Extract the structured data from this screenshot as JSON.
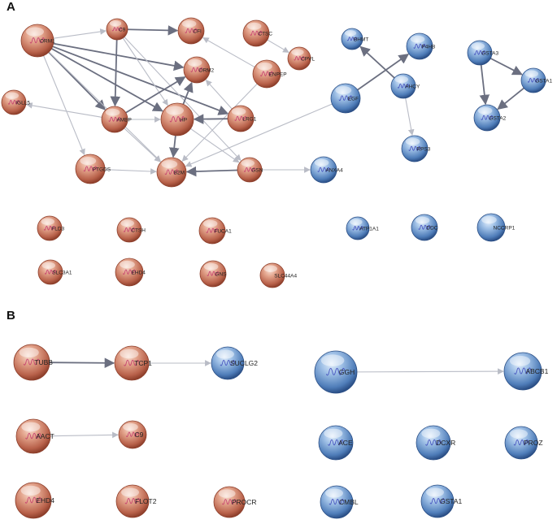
{
  "panels": [
    {
      "letter": "A",
      "nodes": [
        {
          "id": "ORM1",
          "label": "ORM1",
          "color": "red"
        },
        {
          "id": "C9",
          "label": "C9",
          "color": "red"
        },
        {
          "id": "CFI",
          "label": "CFI",
          "color": "red"
        },
        {
          "id": "CTSC",
          "label": "CTSC",
          "color": "red"
        },
        {
          "id": "CPVL",
          "label": "CPVL",
          "color": "red"
        },
        {
          "id": "ORM2",
          "label": "ORM2",
          "color": "red"
        },
        {
          "id": "ENPEP",
          "label": "ENPEP",
          "color": "red"
        },
        {
          "id": "IGLL5",
          "label": "IGLL5",
          "color": "red"
        },
        {
          "id": "AMBP",
          "label": "AMBP",
          "color": "red"
        },
        {
          "id": "HP",
          "label": "HP",
          "color": "red"
        },
        {
          "id": "LRG1",
          "label": "LRG1",
          "color": "red"
        },
        {
          "id": "PTGDS",
          "label": "PTGDS",
          "color": "red"
        },
        {
          "id": "B2M",
          "label": "B2M",
          "color": "red"
        },
        {
          "id": "GSN",
          "label": "GSN",
          "color": "red"
        },
        {
          "id": "ANXA4",
          "label": "ANXA4",
          "color": "blue"
        },
        {
          "id": "BHMT",
          "label": "BHMT",
          "color": "blue"
        },
        {
          "id": "P4HB",
          "label": "P4HB",
          "color": "blue"
        },
        {
          "id": "AHCY",
          "label": "AHCY",
          "color": "blue"
        },
        {
          "id": "EGF",
          "label": "EGF",
          "color": "blue"
        },
        {
          "id": "RPS3",
          "label": "RPS3",
          "color": "blue"
        },
        {
          "id": "GSTA3",
          "label": "GSTA3",
          "color": "blue"
        },
        {
          "id": "GSTA1",
          "label": "GSTA1",
          "color": "blue"
        },
        {
          "id": "GSTA2",
          "label": "GSTA2",
          "color": "blue"
        },
        {
          "id": "FLOT3",
          "label": "FLD3",
          "color": "red"
        },
        {
          "id": "CTSH",
          "label": "CTSH",
          "color": "red"
        },
        {
          "id": "FUCA1",
          "label": "FUCA1",
          "color": "red"
        },
        {
          "id": "SLC3A1",
          "label": "SLC3A1",
          "color": "red"
        },
        {
          "id": "EHD4",
          "label": "EHD4",
          "color": "red"
        },
        {
          "id": "GNS",
          "label": "GNS",
          "color": "red"
        },
        {
          "id": "SLC44A4",
          "label": "SLC44A4",
          "color": "red"
        },
        {
          "id": "ATP1A1",
          "label": "ATP1A1",
          "color": "blue"
        },
        {
          "id": "DDC",
          "label": "DDC",
          "color": "blue"
        },
        {
          "id": "NCCRP1",
          "label": "NCCRP1",
          "color": "blue"
        }
      ],
      "edges": [
        {
          "from": "ORM1",
          "to": "C9",
          "weight": "light"
        },
        {
          "from": "ORM1",
          "to": "ORM2",
          "weight": "dark"
        },
        {
          "from": "ORM1",
          "to": "AMBP",
          "weight": "dark"
        },
        {
          "from": "ORM1",
          "to": "HP",
          "weight": "dark"
        },
        {
          "from": "ORM1",
          "to": "LRG1",
          "weight": "dark"
        },
        {
          "from": "ORM1",
          "to": "PTGDS",
          "weight": "light"
        },
        {
          "from": "ORM1",
          "to": "B2M",
          "weight": "light"
        },
        {
          "from": "C9",
          "to": "CFI",
          "weight": "dark"
        },
        {
          "from": "C9",
          "to": "AMBP",
          "weight": "dark"
        },
        {
          "from": "C9",
          "to": "HP",
          "weight": "light"
        },
        {
          "from": "C9",
          "to": "GSN",
          "weight": "light"
        },
        {
          "from": "CTSC",
          "to": "CPVL",
          "weight": "light"
        },
        {
          "from": "ENPEP",
          "to": "CFI",
          "weight": "light"
        },
        {
          "from": "ENPEP",
          "to": "B2M",
          "weight": "light"
        },
        {
          "from": "AMBP",
          "to": "ORM2",
          "weight": "dark"
        },
        {
          "from": "AMBP",
          "to": "IGLL5",
          "weight": "light"
        },
        {
          "from": "AMBP",
          "to": "HP",
          "weight": "light"
        },
        {
          "from": "AMBP",
          "to": "B2M",
          "weight": "light"
        },
        {
          "from": "HP",
          "to": "ORM2",
          "weight": "dark"
        },
        {
          "from": "HP",
          "to": "B2M",
          "weight": "dark"
        },
        {
          "from": "HP",
          "to": "GSN",
          "weight": "light"
        },
        {
          "from": "LRG1",
          "to": "HP",
          "weight": "dark"
        },
        {
          "from": "LRG1",
          "to": "ORM2",
          "weight": "light"
        },
        {
          "from": "PTGDS",
          "to": "B2M",
          "weight": "light"
        },
        {
          "from": "GSN",
          "to": "B2M",
          "weight": "dark"
        },
        {
          "from": "GSN",
          "to": "ANXA4",
          "weight": "light"
        },
        {
          "from": "EGF",
          "to": "B2M",
          "weight": "light"
        },
        {
          "from": "EGF",
          "to": "P4HB",
          "weight": "dark"
        },
        {
          "from": "AHCY",
          "to": "BHMT",
          "weight": "dark"
        },
        {
          "from": "AHCY",
          "to": "RPS3",
          "weight": "light"
        },
        {
          "from": "GSTA3",
          "to": "GSTA1",
          "weight": "dark"
        },
        {
          "from": "GSTA3",
          "to": "GSTA2",
          "weight": "dark"
        },
        {
          "from": "GSTA1",
          "to": "GSTA2",
          "weight": "dark"
        }
      ]
    },
    {
      "letter": "B",
      "nodes": [
        {
          "id": "TUBB",
          "label": "TUBB",
          "color": "red"
        },
        {
          "id": "TCP1",
          "label": "TCP1",
          "color": "red"
        },
        {
          "id": "SUCLG2",
          "label": "SUCLG2",
          "color": "blue"
        },
        {
          "id": "AACT",
          "label": "AACT",
          "color": "red"
        },
        {
          "id": "C9",
          "label": "C9",
          "color": "red"
        },
        {
          "id": "EHD4",
          "label": "EHD4",
          "color": "red"
        },
        {
          "id": "FLOT2",
          "label": "FLOT2",
          "color": "red"
        },
        {
          "id": "PROCR",
          "label": "PROCR",
          "color": "red"
        },
        {
          "id": "GGH",
          "label": "GGH",
          "color": "blue"
        },
        {
          "id": "ABCB1",
          "label": "ABCB1",
          "color": "blue"
        },
        {
          "id": "ACE",
          "label": "ACE",
          "color": "blue"
        },
        {
          "id": "DCXR",
          "label": "DCXR",
          "color": "blue"
        },
        {
          "id": "PROZ",
          "label": "PROZ",
          "color": "blue"
        },
        {
          "id": "CMBL",
          "label": "CMBL",
          "color": "blue"
        },
        {
          "id": "GSTA1",
          "label": "GSTA1",
          "color": "blue"
        }
      ],
      "edges": [
        {
          "from": "TUBB",
          "to": "TCP1",
          "weight": "dark"
        },
        {
          "from": "TCP1",
          "to": "SUCLG2",
          "weight": "light"
        },
        {
          "from": "AACT",
          "to": "C9",
          "weight": "light"
        },
        {
          "from": "GGH",
          "to": "ABCB1",
          "weight": "light"
        }
      ]
    }
  ],
  "colors": {
    "red_fill": "#c9745f",
    "red_light": "#f3c7b6",
    "red_dark": "#8e3f2b",
    "blue_fill": "#5b87c2",
    "blue_light": "#cfe0f4",
    "blue_dark": "#2b4f86",
    "edge_dark": "#6b6f80",
    "edge_light": "#b9bcc6"
  }
}
